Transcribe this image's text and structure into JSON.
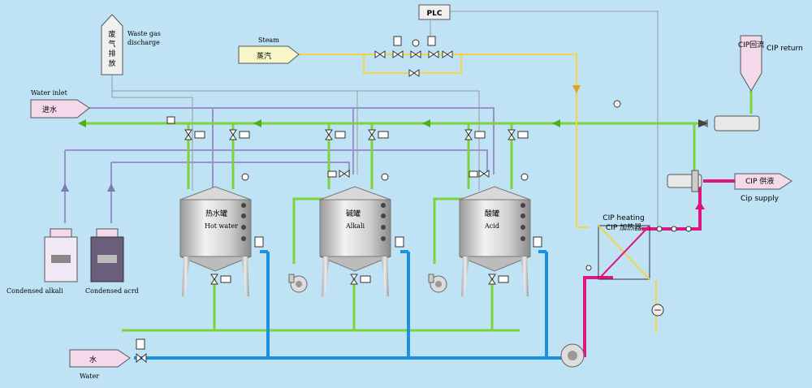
{
  "labels": {
    "plc": "PLC",
    "steam_en": "Steam",
    "steam_cn": "蒸汽",
    "waste_en_1": "Waste gas",
    "waste_en_2": "discharge",
    "waste_cn": "废气排放",
    "water_inlet_en": "Water inlet",
    "water_inlet_cn": "进水",
    "cip_return_cn": "CIP回流",
    "cip_return_en": "CIP return",
    "cip_supply_cn": "CIP 供液",
    "cip_supply_en": "Cip supply",
    "cip_heating_en": "CIP heating",
    "cip_heating_cn": "CIP 加热器",
    "tank1_cn": "热水罐",
    "tank1_en": "Hot water",
    "tank2_cn": "碱罐",
    "tank2_en": "Alkali",
    "tank3_cn": "酸罐",
    "tank3_en": "Acid",
    "condensed_alkali": "Condensed alkali",
    "condensed_acid": "Condensed acrd",
    "water_cn": "水",
    "water_en": "Water"
  },
  "colors": {
    "background": "#bfe3f5",
    "green_line": "#7cd33a",
    "purple_line": "#9b8fd0",
    "blue_line": "#1e90e0",
    "magenta_line": "#e0157f",
    "yellow_line": "#f5d442",
    "tank_body": "#c8c8c8",
    "label_box": "#f3d9ea"
  }
}
